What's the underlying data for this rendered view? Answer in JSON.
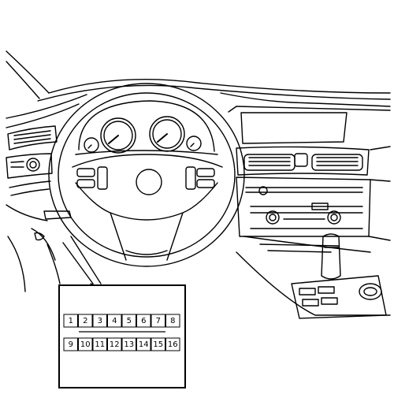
{
  "diagram": {
    "subject": "car dashboard interior line drawing",
    "inset": "diagnostic connector pinout",
    "line_color": "#000000",
    "background": "#ffffff"
  },
  "connector": {
    "top_row": [
      "1",
      "2",
      "3",
      "4",
      "5",
      "6",
      "7",
      "8"
    ],
    "bottom_row": [
      "9",
      "10",
      "11",
      "12",
      "13",
      "14",
      "15",
      "16"
    ]
  }
}
